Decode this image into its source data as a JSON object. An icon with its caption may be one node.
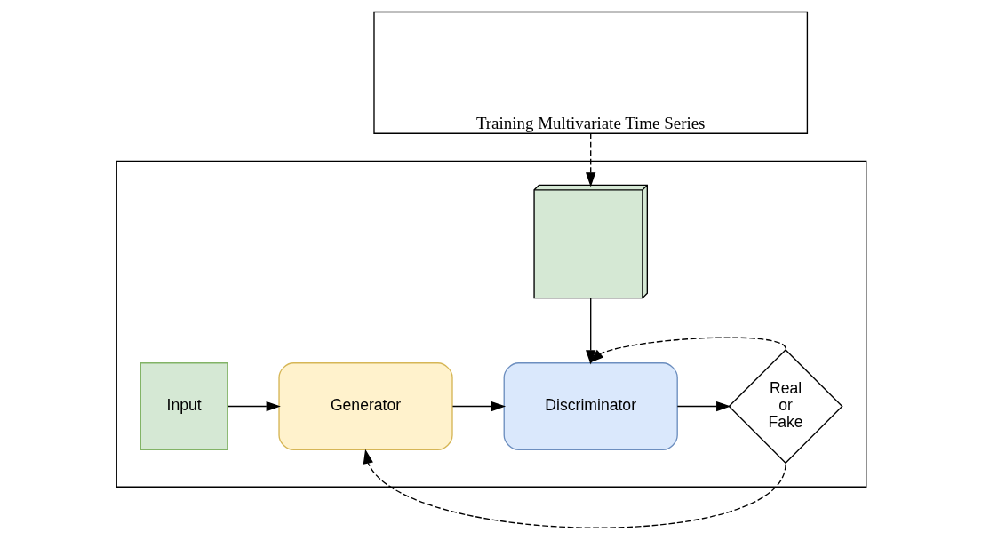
{
  "diagram": {
    "nodes": [
      {
        "text": [
          "Training Multivariate Time Series"
        ]
      },
      {
        "text": [],
        "shape": "box"
      },
      {
        "text": [],
        "shape": "picture",
        "in": 1
      },
      {
        "text": [
          "Input"
        ],
        "in": 1
      },
      {
        "text": [
          "Generator"
        ],
        "in": 1
      },
      {
        "text": [
          "Discriminator"
        ],
        "in": 1
      },
      {
        "text": [
          "Real or Fake"
        ],
        "in": 1
      }
    ],
    "edges": [
      {
        "from": 0,
        "to": 2,
        "arrow": "to",
        "style": "dashed"
      },
      {
        "from": 2,
        "to": 5,
        "arrow": "to"
      },
      {
        "from": 3,
        "to": 4,
        "arrow": "to"
      },
      {
        "from": 4,
        "to": 5,
        "arrow": "to"
      },
      {
        "from": 5,
        "to": 6,
        "arrow": "to"
      },
      {
        "from": 6,
        "to": 5,
        "arrow": "to",
        "style": "dashed"
      },
      {
        "from": 6,
        "to": 4,
        "arrow": "to",
        "style": "dashed"
      }
    ]
  }
}
